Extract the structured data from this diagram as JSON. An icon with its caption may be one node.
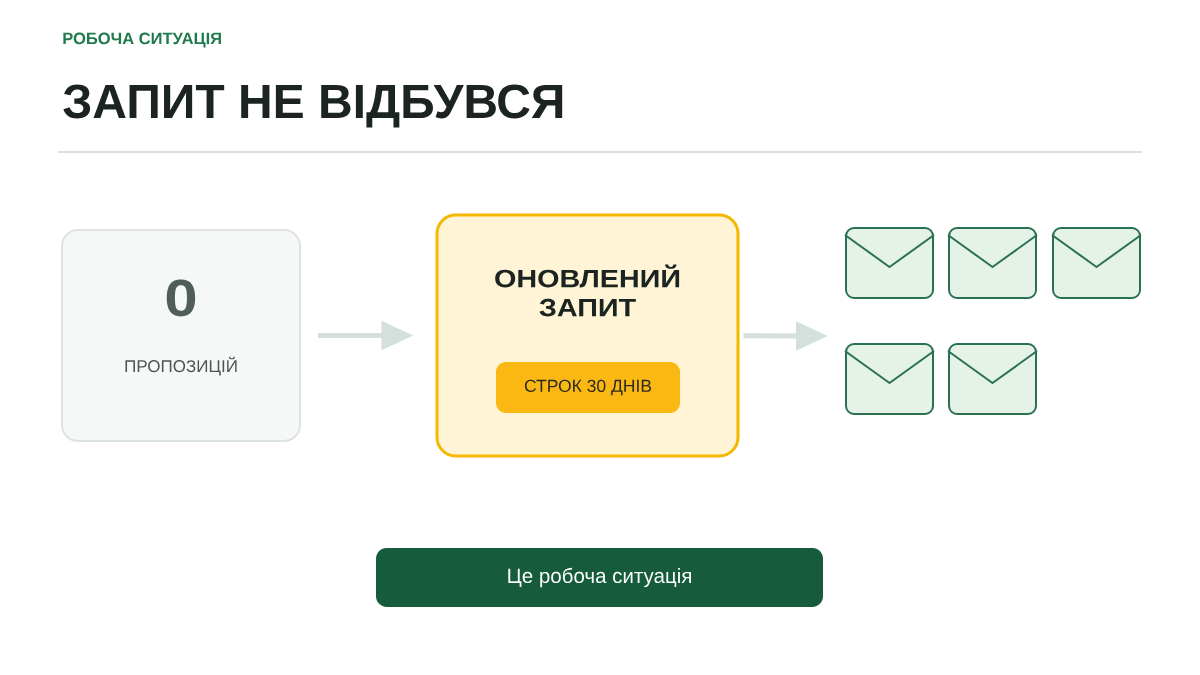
{
  "diagram": {
    "title": "ЗАПИТ НЕ ВІДБУВСЯ",
    "nodes": [
      {
        "text": [
          "0",
          "ПРОПОЗИЦІЙ"
        ]
      },
      {
        "text": [
          "ОНОВЛЕНИЙ ЗАПИТ"
        ]
      },
      {
        "text": [
          "СТРОК 30 ДНІВ"
        ],
        "in": 1
      },
      {
        "text": [],
        "shape": "envelope"
      },
      {
        "text": [],
        "shape": "envelope"
      },
      {
        "text": [],
        "shape": "envelope"
      },
      {
        "text": [],
        "shape": "envelope"
      },
      {
        "text": [],
        "shape": "envelope"
      },
      {
        "text": [
          "Це робоча ситуація"
        ]
      }
    ],
    "edges": [
      {
        "from": 0,
        "to": 1,
        "arrow": "to"
      },
      {
        "from": 1,
        "to": null,
        "arrow": "to"
      }
    ],
    "labels": [
      "РОБОЧА СИТУАЦІЯ"
    ]
  }
}
